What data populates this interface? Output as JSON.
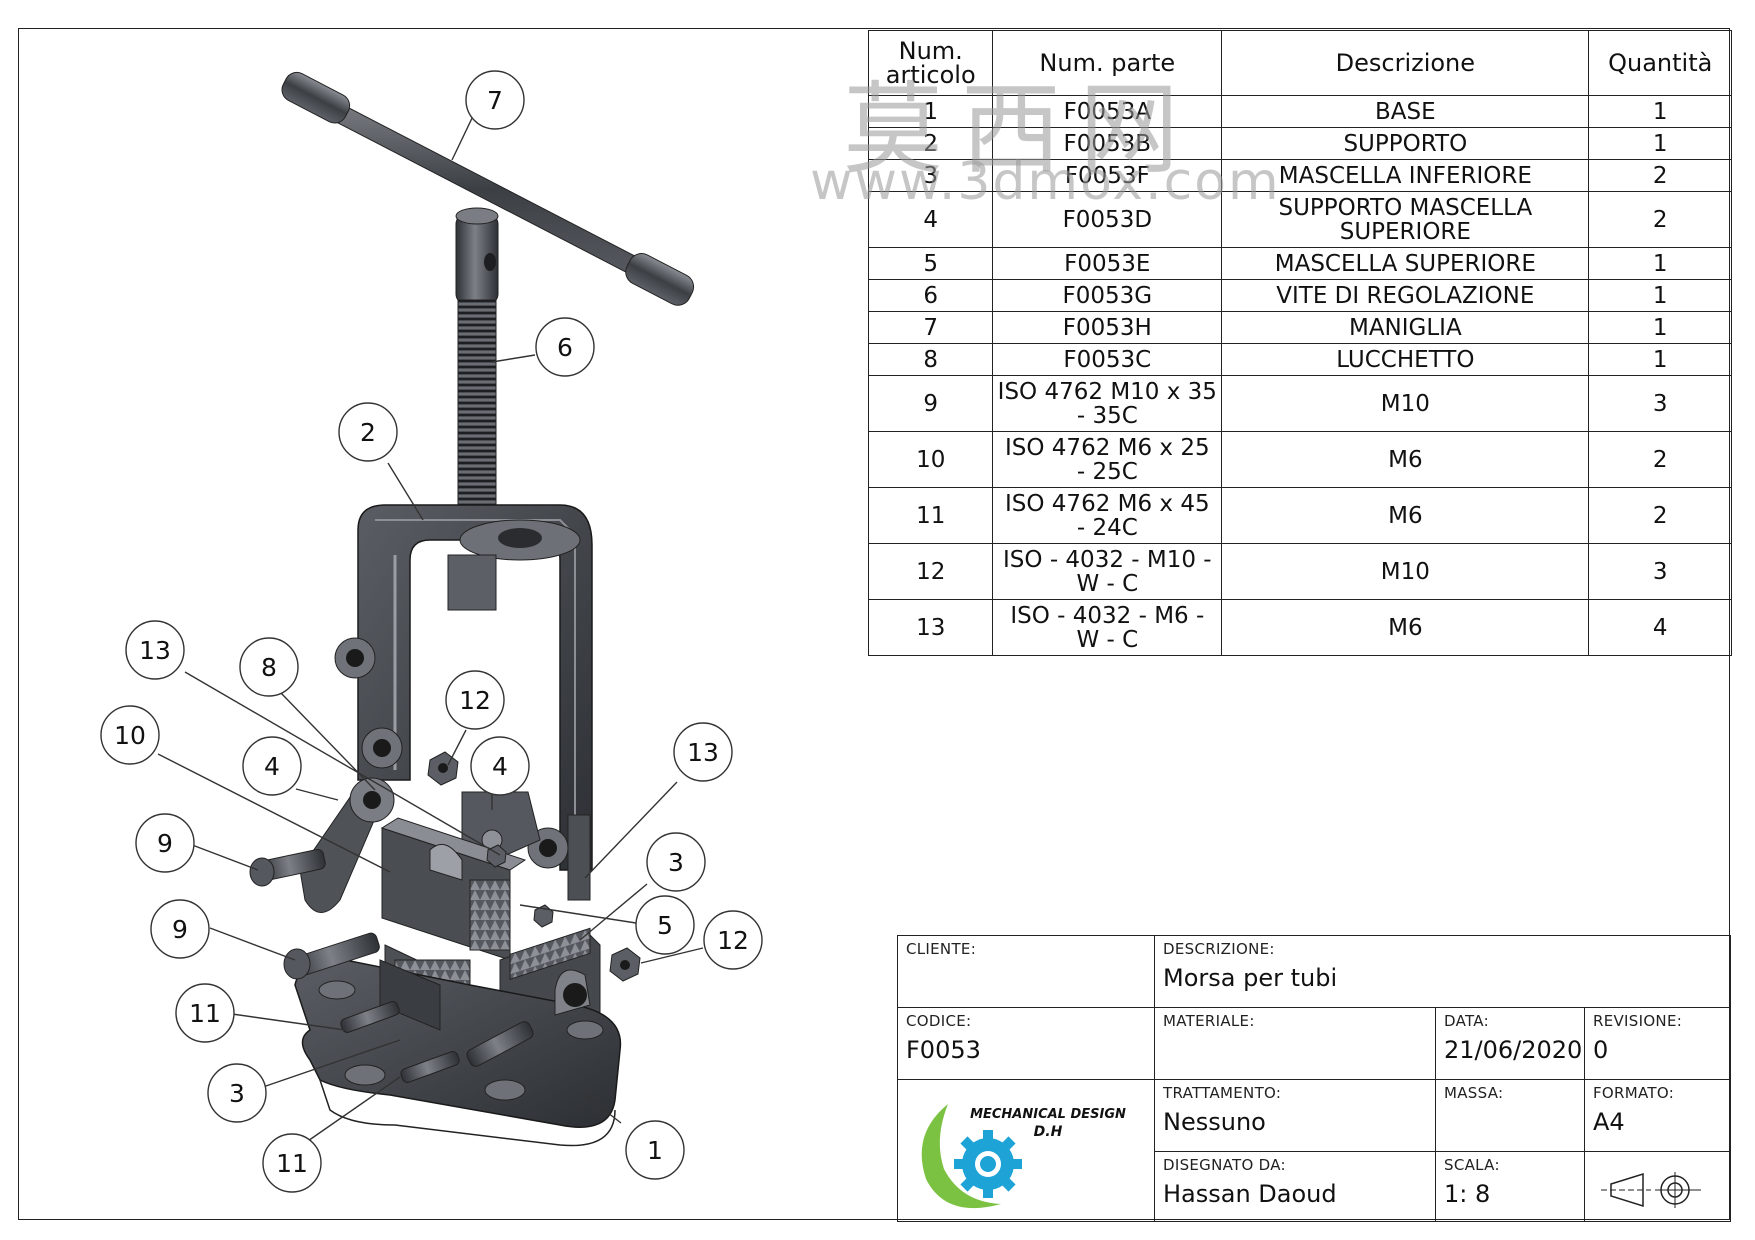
{
  "bom": {
    "headers": [
      "Num. articolo",
      "Num. parte",
      "Descrizione",
      "Quantità"
    ],
    "rows": [
      {
        "item": "1",
        "part": "F0053A",
        "desc": "BASE",
        "qty": "1"
      },
      {
        "item": "2",
        "part": "F0053B",
        "desc": "SUPPORTO",
        "qty": "1"
      },
      {
        "item": "3",
        "part": "F0053F",
        "desc": "MASCELLA INFERIORE",
        "qty": "2"
      },
      {
        "item": "4",
        "part": "F0053D",
        "desc": "SUPPORTO MASCELLA SUPERIORE",
        "qty": "2"
      },
      {
        "item": "5",
        "part": "F0053E",
        "desc": "MASCELLA SUPERIORE",
        "qty": "1"
      },
      {
        "item": "6",
        "part": "F0053G",
        "desc": "VITE DI REGOLAZIONE",
        "qty": "1"
      },
      {
        "item": "7",
        "part": "F0053H",
        "desc": "MANIGLIA",
        "qty": "1"
      },
      {
        "item": "8",
        "part": "F0053C",
        "desc": "LUCCHETTO",
        "qty": "1"
      },
      {
        "item": "9",
        "part": "ISO 4762 M10 x 35 - 35C",
        "desc": "M10",
        "qty": "3"
      },
      {
        "item": "10",
        "part": "ISO 4762 M6 x 25 - 25C",
        "desc": "M6",
        "qty": "2"
      },
      {
        "item": "11",
        "part": "ISO 4762 M6 x 45 - 24C",
        "desc": "M6",
        "qty": "2"
      },
      {
        "item": "12",
        "part": "ISO - 4032 - M10 - W - C",
        "desc": "M10",
        "qty": "3"
      },
      {
        "item": "13",
        "part": "ISO - 4032 - M6 - W - C",
        "desc": "M6",
        "qty": "4"
      }
    ]
  },
  "title_block": {
    "cliente_label": "CLIENTE:",
    "descrizione_label": "DESCRIZIONE:",
    "descrizione_value": "Morsa per tubi",
    "codice_label": "CODICE:",
    "codice_value": "F0053",
    "materiale_label": "MATERIALE:",
    "data_label": "DATA:",
    "data_value": "21/06/2020",
    "revisione_label": "REVISIONE:",
    "revisione_value": "0",
    "trattamento_label": "TRATTAMENTO:",
    "trattamento_value": "Nessuno",
    "massa_label": "MASSA:",
    "formato_label": "FORMATO:",
    "formato_value": "A4",
    "disegnato_label": "DISEGNATO DA:",
    "disegnato_value": "Hassan Daoud",
    "scala_label": "SCALA:",
    "scala_value": "1: 8",
    "logo_line1": "MECHANICAL DESIGN",
    "logo_line2": "D.H"
  },
  "watermark": {
    "line1": "莫西网",
    "line2": "www.3dmox.com"
  },
  "callouts": [
    "7",
    "6",
    "2",
    "13",
    "8",
    "12",
    "4",
    "4",
    "10",
    "13",
    "9",
    "3",
    "5",
    "12",
    "9",
    "11",
    "3",
    "11",
    "1"
  ],
  "colors": {
    "line": "#222222",
    "part_dark": "#3a3d42",
    "part_mid": "#6b6f75",
    "part_light": "#a9adb3",
    "logo_green": "#7cc242",
    "logo_blue": "#1ea3d6"
  }
}
